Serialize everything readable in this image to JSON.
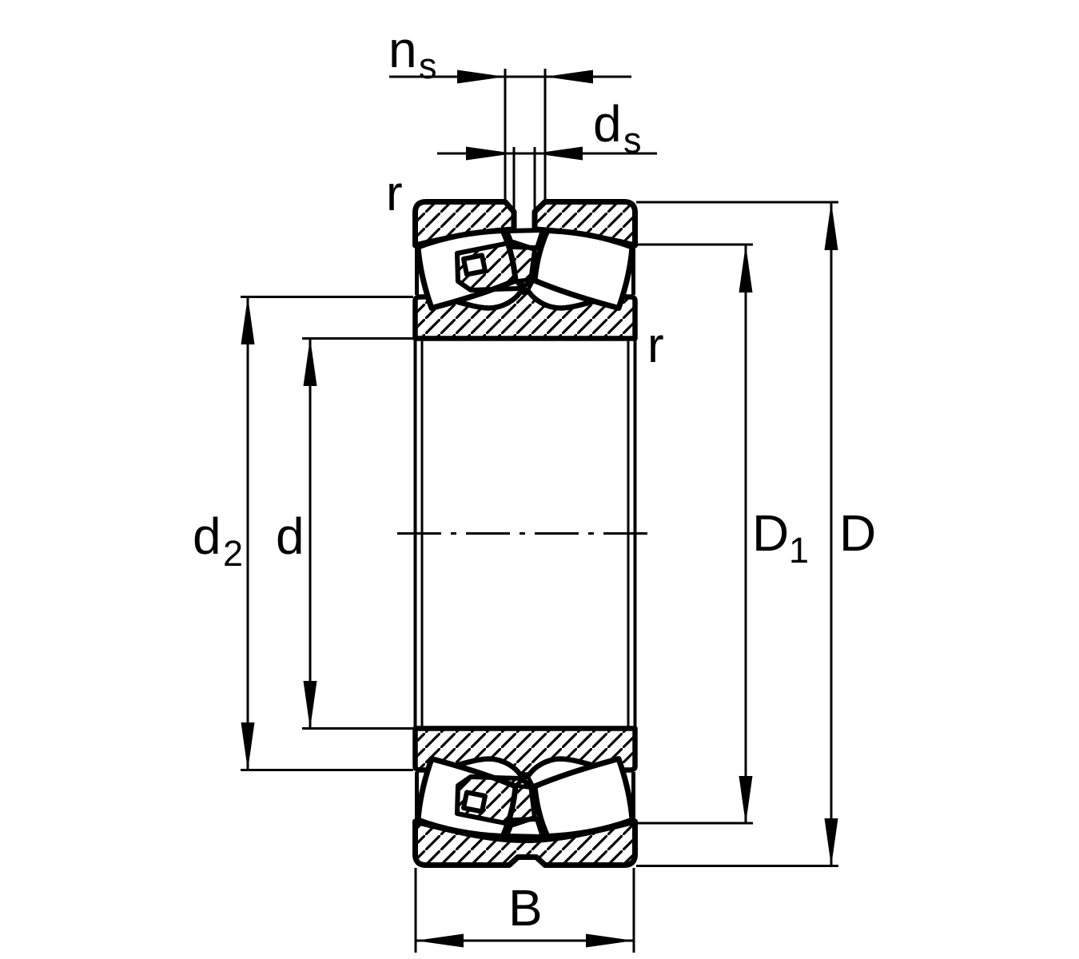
{
  "diagram": {
    "description": "Sectional drawing of a spherical roller bearing with boundary dimensions",
    "colors": {
      "line": "#000000",
      "background": "#ffffff"
    },
    "labels": {
      "ns": {
        "base": "n",
        "sub": "s"
      },
      "ds": {
        "base": "d",
        "sub": "s"
      },
      "r_top_left": "r",
      "r_right": "r",
      "d2": {
        "base": "d",
        "sub": "2"
      },
      "d": "d",
      "D1": {
        "base": "D",
        "sub": "1"
      },
      "D": "D",
      "B": "B"
    }
  }
}
